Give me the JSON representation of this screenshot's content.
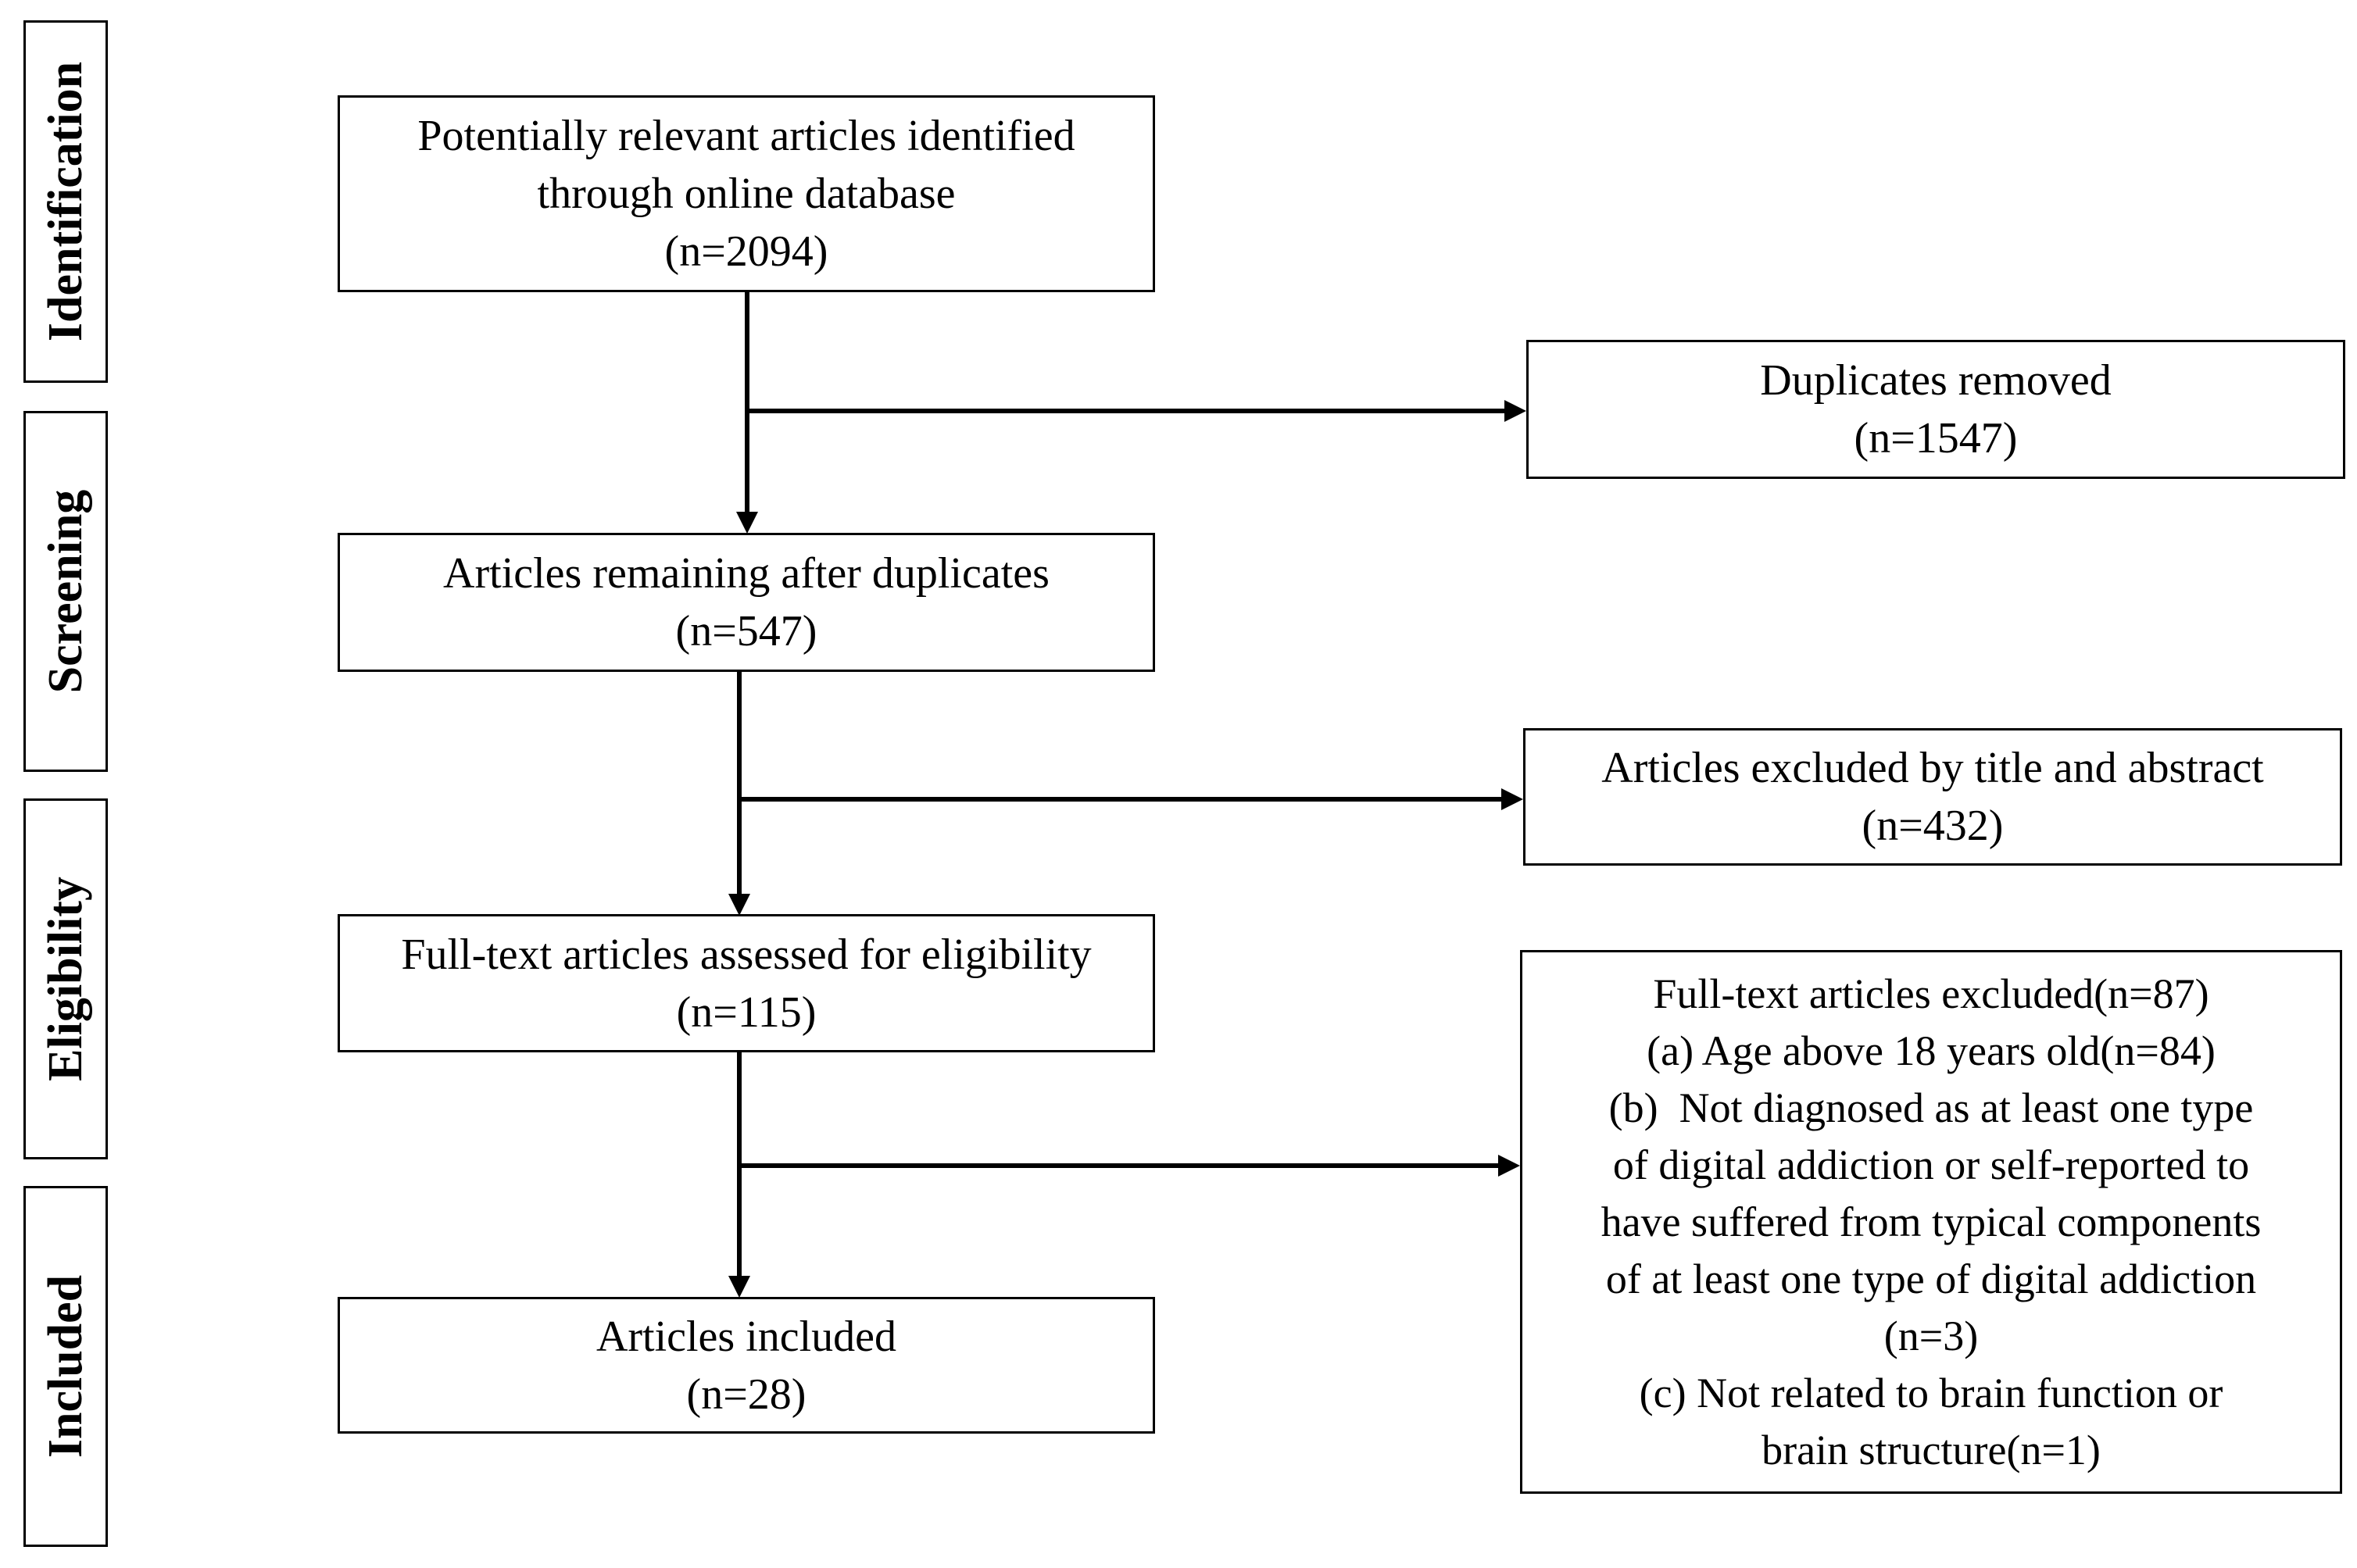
{
  "stages": {
    "identification": "Identification",
    "screening": "Screening",
    "eligibility": "Eligibility",
    "included": "Included"
  },
  "boxes": {
    "identified": {
      "line1": "Potentially relevant articles identified",
      "line2": "through online database",
      "count": "(n=2094)"
    },
    "duplicates_removed": {
      "line1": "Duplicates removed",
      "count": "(n=1547)"
    },
    "remaining": {
      "line1": "Articles remaining after duplicates",
      "count": "(n=547)"
    },
    "excluded_title_abstract": {
      "line1": "Articles excluded by title and abstract",
      "count": "(n=432)"
    },
    "full_text_assessed": {
      "line1": "Full-text articles assessed for eligibility",
      "count": "(n=115)"
    },
    "full_text_excluded": {
      "line1": "Full-text articles excluded(n=87)",
      "line2": "(a) Age above 18 years old(n=84)",
      "line3": "(b)  Not diagnosed as at least one type",
      "line4": "of digital addiction or self-reported to",
      "line5": "have suffered from typical components",
      "line6": "of at least one type of digital addiction",
      "line7": "(n=3)",
      "line8": "(c) Not related to brain function or",
      "line9": "brain structure(n=1)"
    },
    "included": {
      "line1": "Articles included",
      "count": "(n=28)"
    }
  }
}
